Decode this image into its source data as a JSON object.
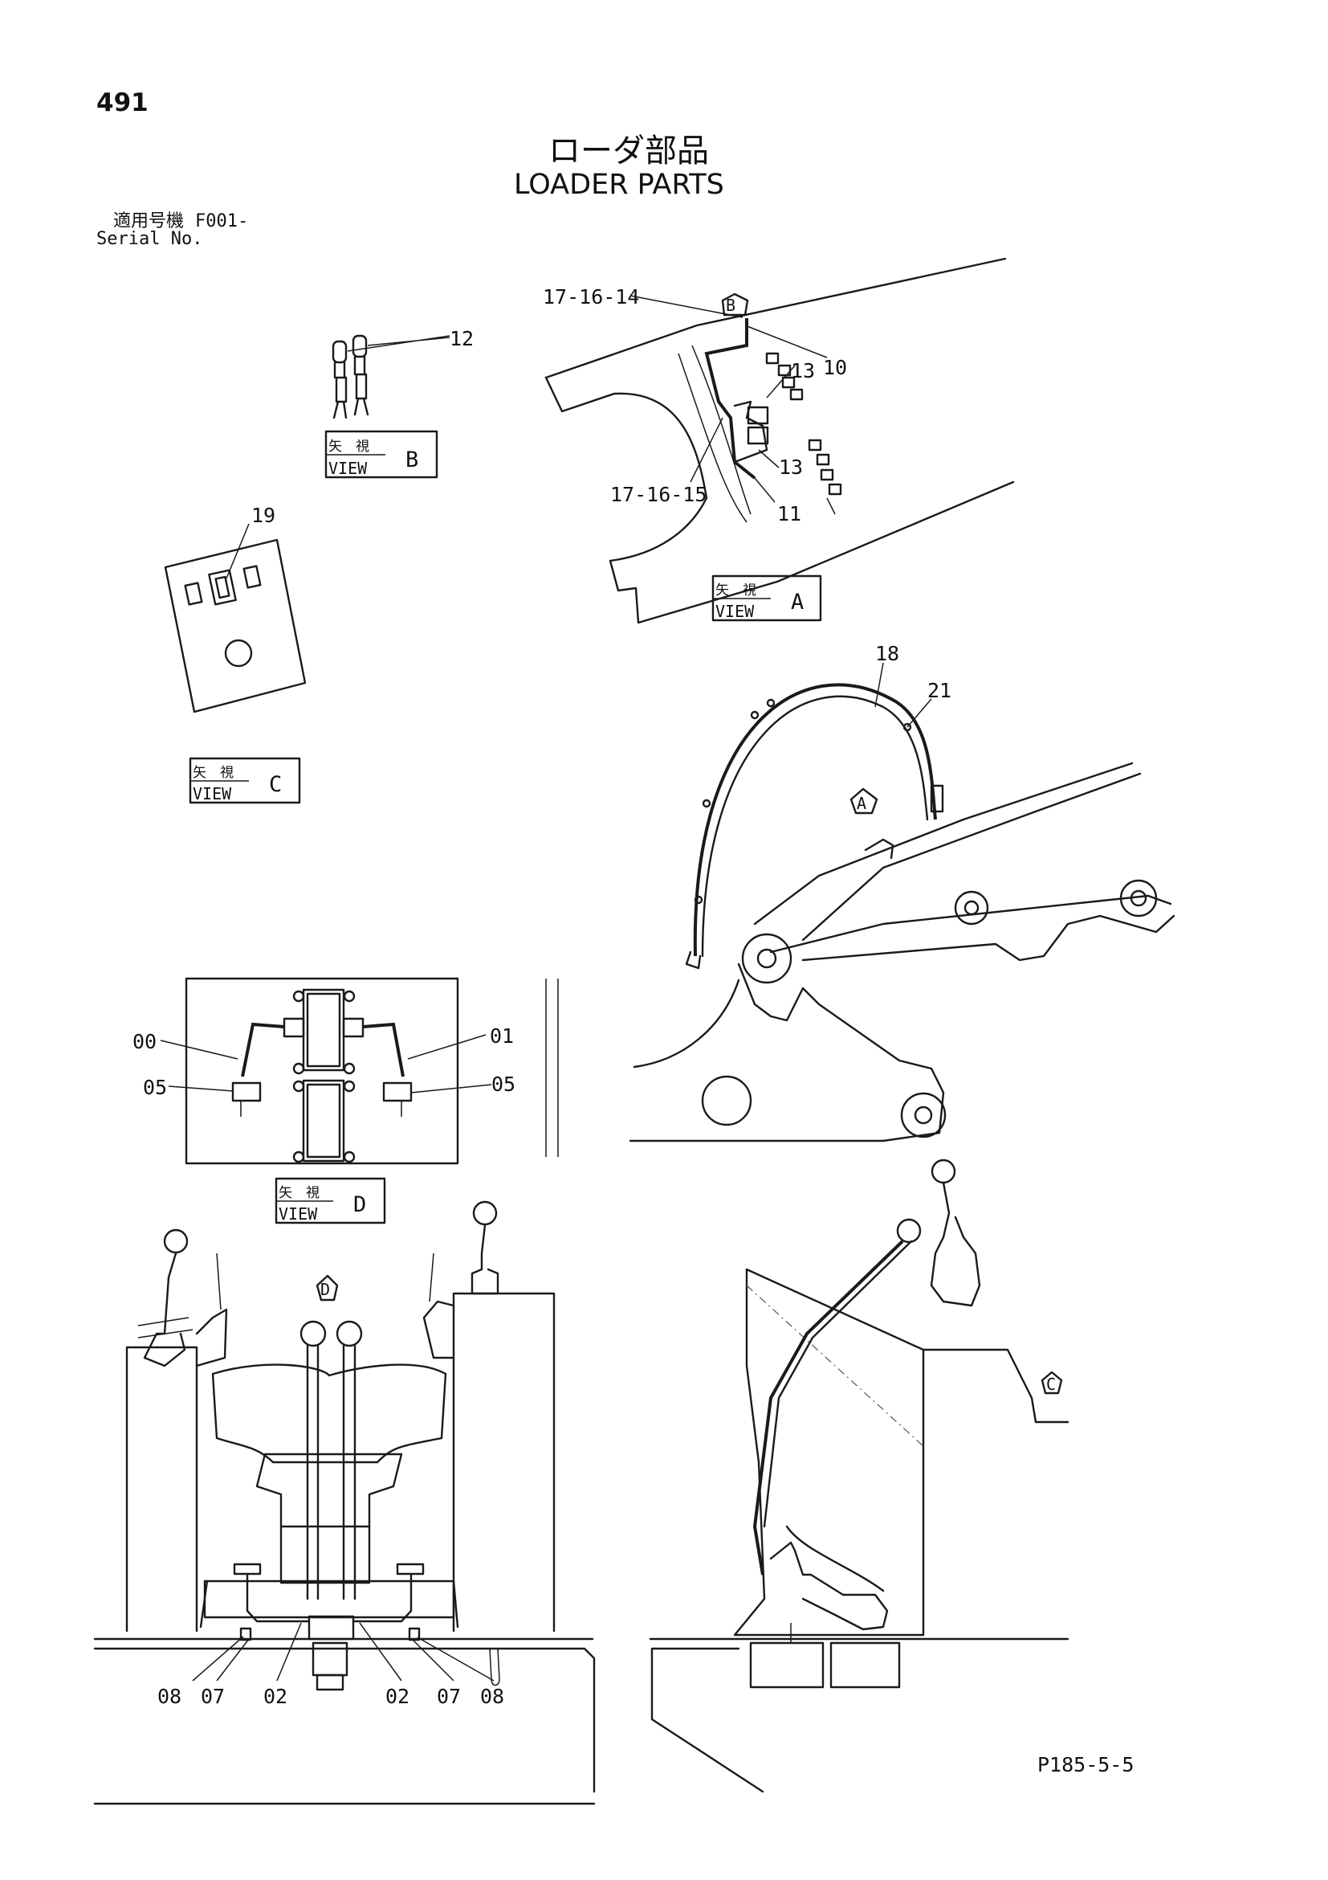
{
  "page_number": "491",
  "title_jp": "ローダ部品",
  "title_en": "LOADER PARTS",
  "serial_label_jp": "適用号機",
  "serial_value": "F001-",
  "serial_label_en": "Serial No.",
  "footer_code": "P185-5-5",
  "view_tag_jp": "矢　視",
  "view_tag_en": "VIEW",
  "views": {
    "a": "A",
    "b": "B",
    "c": "C",
    "d": "D"
  },
  "callouts": {
    "c_17_16_14": "17-16-14",
    "c_17_16_15": "17-16-15",
    "c_12": "12",
    "c_13a": "13",
    "c_10": "10",
    "c_13b": "13",
    "c_11": "11",
    "c_19": "19",
    "c_18": "18",
    "c_21": "21",
    "c_00": "00",
    "c_01": "01",
    "c_05a": "05",
    "c_05b": "05",
    "c_08a": "08",
    "c_07a": "07",
    "c_02a": "02",
    "c_02b": "02",
    "c_07b": "07",
    "c_08b": "08"
  }
}
